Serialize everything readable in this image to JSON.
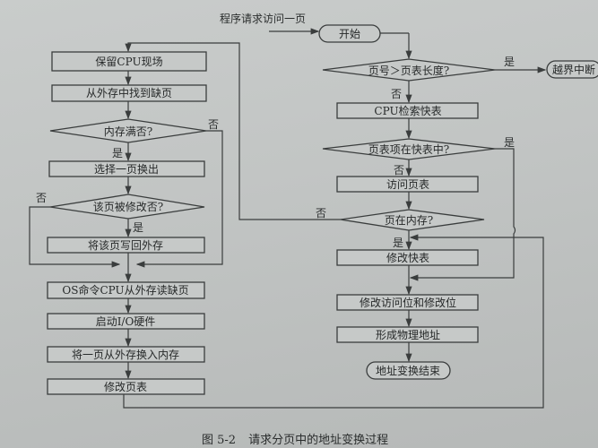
{
  "figure": {
    "number": "图 5-2",
    "title": "请求分页中的地址变换过程"
  },
  "entry_label": "程序请求访问一页",
  "nodes": {
    "start": "开始",
    "check_page_length": "页号＞页表长度?",
    "out_of_bounds": "越界中断",
    "cpu_search_tlb": "CPU检索快表",
    "entry_in_tlb": "页表项在快表中?",
    "access_page_table": "访问页表",
    "page_in_memory": "页在内存?",
    "modify_tlb": "修改快表",
    "modify_bits": "修改访问位和修改位",
    "form_physical_address": "形成物理地址",
    "end": "地址变换结束",
    "save_cpu_state": "保留CPU现场",
    "find_missing_page": "从外存中找到缺页",
    "memory_full": "内存满否?",
    "select_page_out": "选择一页换出",
    "page_modified": "该页被修改否?",
    "write_back": "将该页写回外存",
    "os_command_read": "OS命令CPU从外存读缺页",
    "start_io": "启动I/O硬件",
    "swap_in": "将一页从外存换入内存",
    "modify_page_table": "修改页表"
  },
  "branch_labels": {
    "yes": "是",
    "no": "否"
  },
  "colors": {
    "line": "#3a3d3d",
    "box_fill": "#c6c9c8",
    "paper": "#c4c7c6"
  }
}
